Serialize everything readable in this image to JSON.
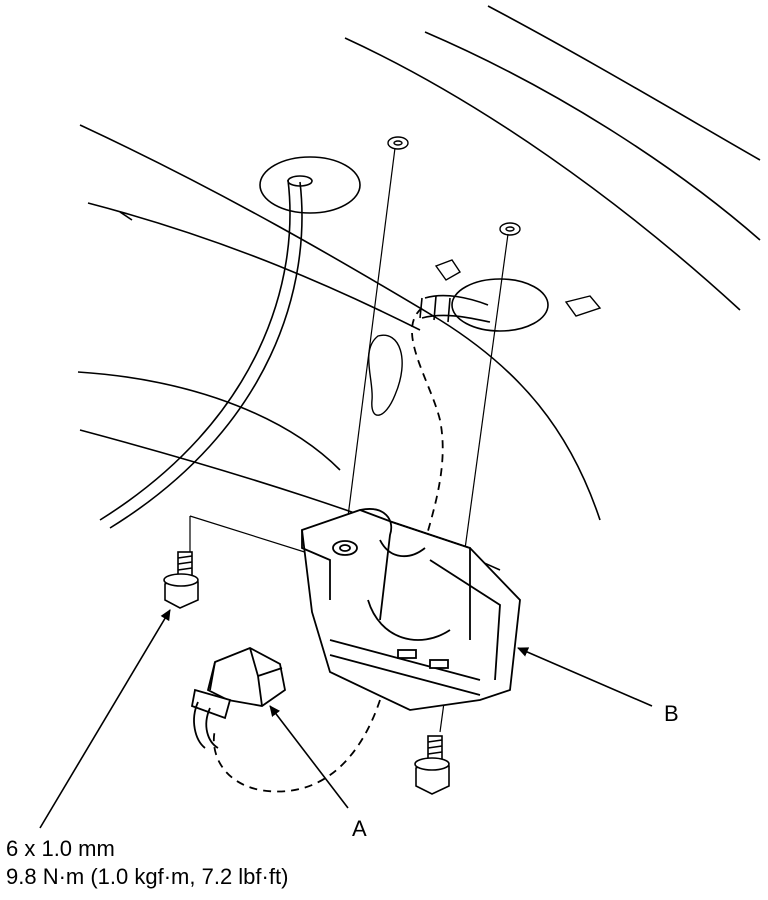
{
  "callouts": {
    "a": "A",
    "b": "B"
  },
  "bolt_spec": {
    "size": "6 x 1.0 mm",
    "torque": "9.8 N·m (1.0 kgf·m, 7.2 lbf·ft)"
  }
}
